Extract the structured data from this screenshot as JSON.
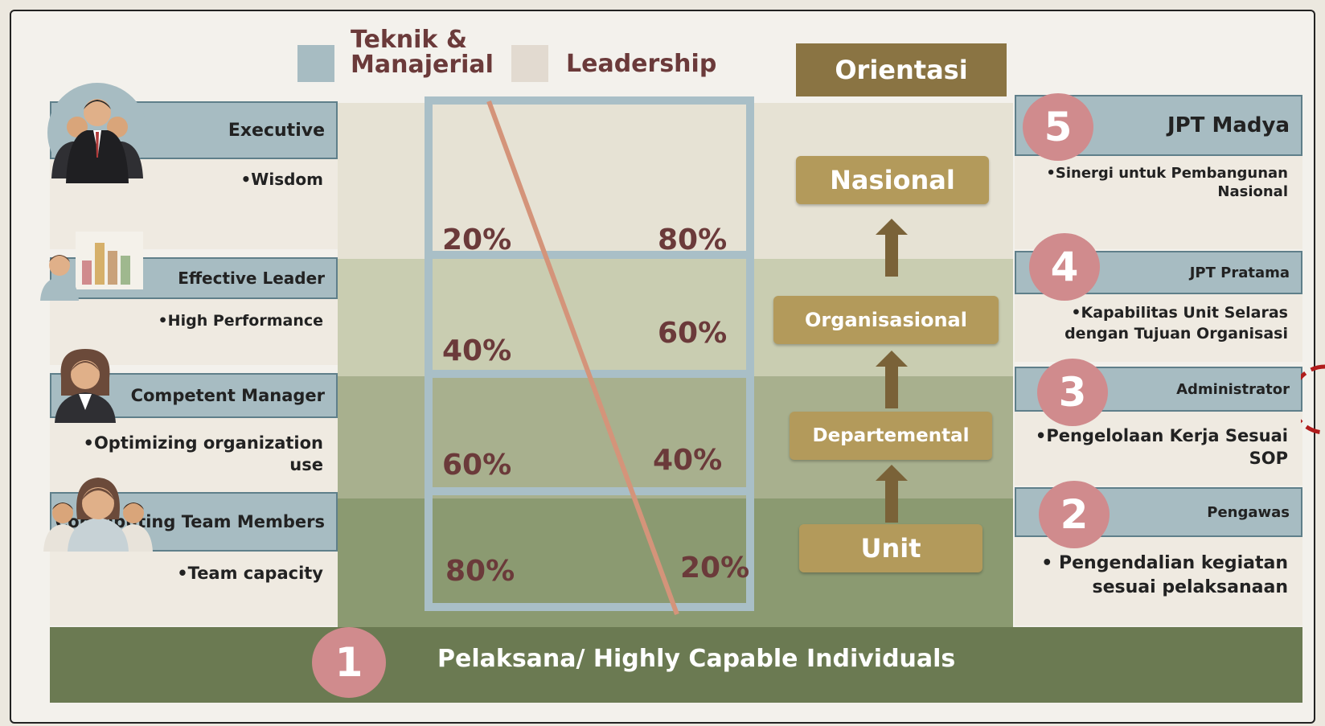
{
  "legend": {
    "teknik_label": "Teknik & Manajerial",
    "leadership_label": "Leadership",
    "teknik_color": "#a7bcc2",
    "leadership_color": "#e2dad0"
  },
  "orientation": {
    "title": "Orientasi",
    "levels": [
      "Nasional",
      "Organisasional",
      "Departemental",
      "Unit"
    ]
  },
  "percentages": [
    {
      "teknik": "20%",
      "leadership": "80%"
    },
    {
      "teknik": "40%",
      "leadership": "60%"
    },
    {
      "teknik": "60%",
      "leadership": "40%"
    },
    {
      "teknik": "80%",
      "leadership": "20%"
    }
  ],
  "left_roles": [
    {
      "title": "Executive",
      "desc": "•Wisdom",
      "icon": "executive-group-icon"
    },
    {
      "title": "Effective Leader",
      "desc": "•High Performance",
      "icon": "leader-chart-icon"
    },
    {
      "title": "Competent Manager",
      "desc": "•Optimizing organization use",
      "icon": "manager-woman-icon"
    },
    {
      "title": "Contributing Team Members",
      "desc": "•Team capacity",
      "icon": "team-members-icon"
    }
  ],
  "right_roles": [
    {
      "number": "5",
      "title": "JPT Madya",
      "desc": "•Sinergi untuk Pembangunan Nasional"
    },
    {
      "number": "4",
      "title": "JPT Pratama",
      "desc": "•Kapabilitas Unit Selaras dengan Tujuan Organisasi"
    },
    {
      "number": "3",
      "title": "Administrator",
      "desc": "•Pengelolaan Kerja Sesuai SOP"
    },
    {
      "number": "2",
      "title": "Pengawas",
      "desc": "• Pengendalian kegiatan sesuai pelaksanaan"
    }
  ],
  "base": {
    "number": "1",
    "label": "Pelaksana/ Highly Capable Individuals"
  },
  "colors": {
    "band1": "#e6e2d4",
    "band2": "#c9cdb1",
    "band3": "#a8b08e",
    "band4": "#8b9a71",
    "base": "#6b7a52",
    "orient_dark": "#8a7443",
    "orient_box": "#b39a5b",
    "badge": "#d08b8d",
    "pct_text": "#6b3a3a",
    "diagonal": "#d4947a"
  }
}
